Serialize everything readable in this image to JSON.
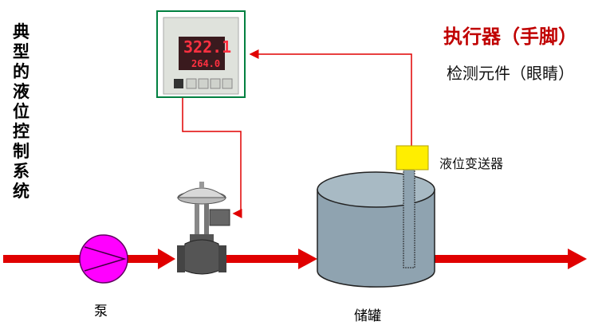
{
  "title": "典型的液位控制系统",
  "actuator_label": "执行器（手脚）",
  "detector_label": "检测元件（眼睛）",
  "transmitter_label": "液位变送器",
  "pump_label": "泵",
  "tank_label": "储罐",
  "controller": {
    "pv": "322.1",
    "sv": "264.0"
  },
  "colors": {
    "pipe": "#e00000",
    "signal": "#e00000",
    "pump": "#ff00ff",
    "tank": "#8fa3b0",
    "transmitter": "#ffee00",
    "frame": "#008040"
  }
}
